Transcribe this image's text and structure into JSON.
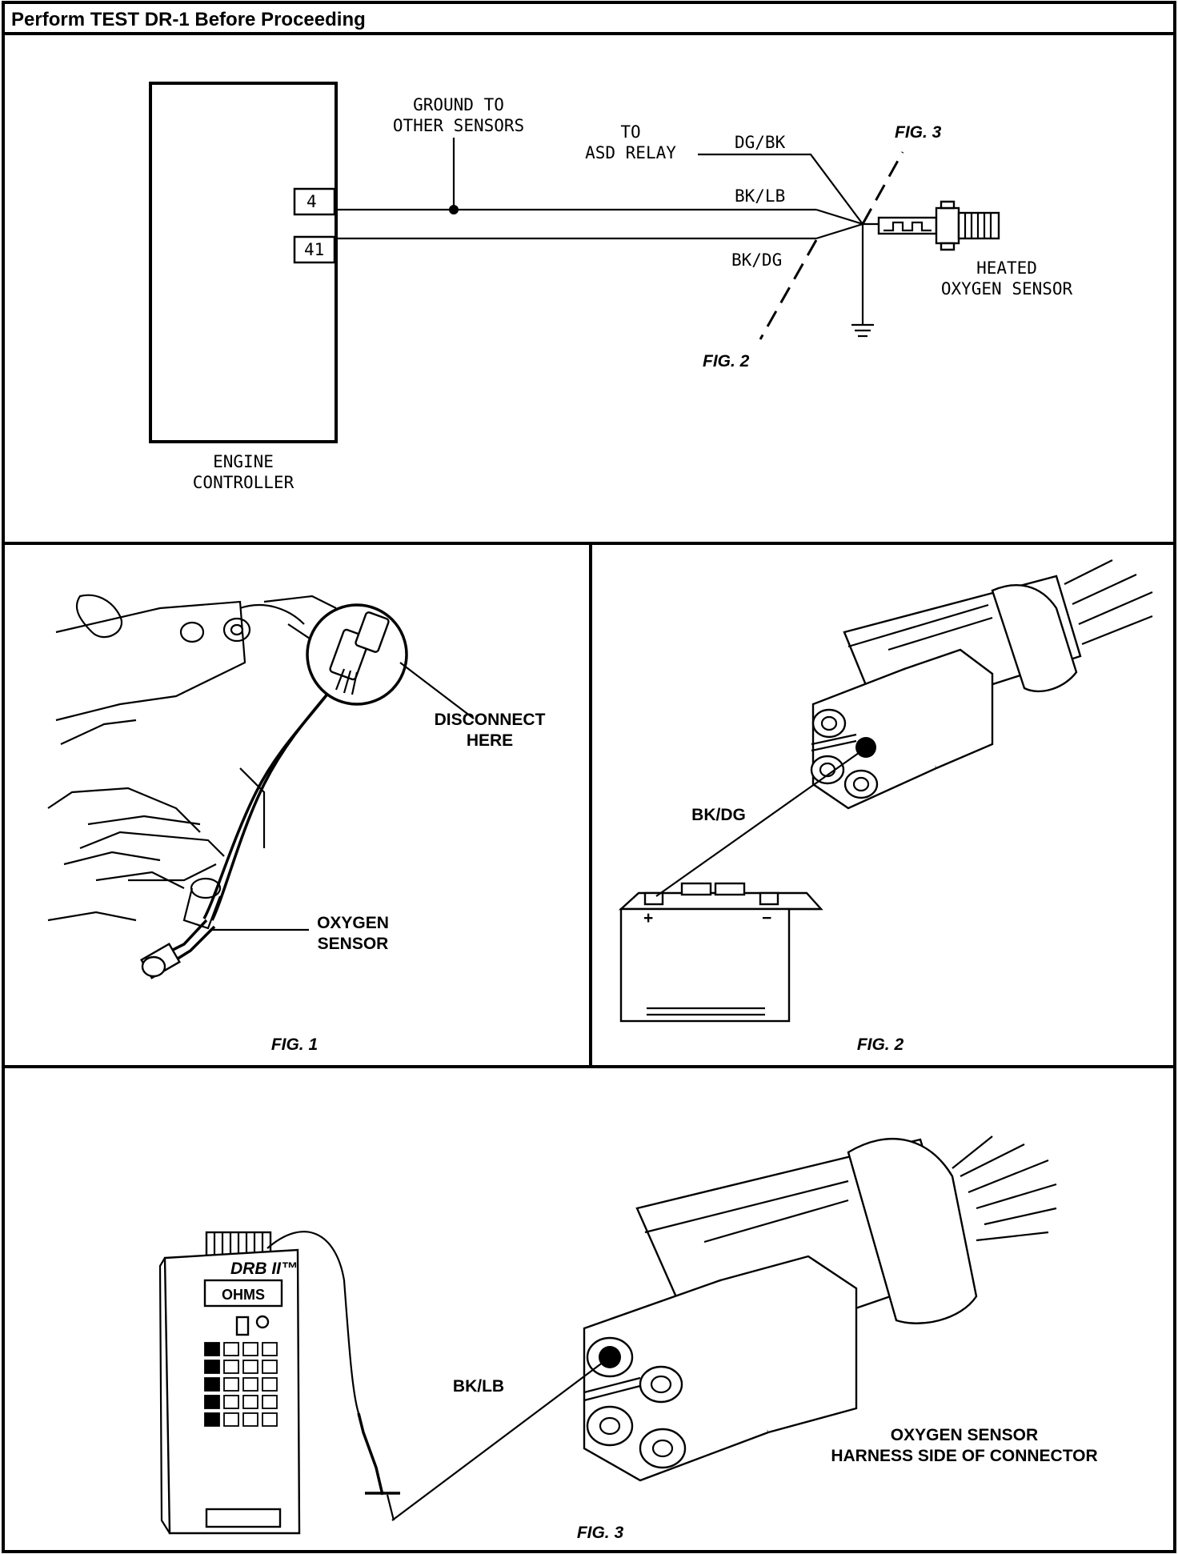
{
  "header": {
    "title": "Perform TEST DR-1 Before Proceeding"
  },
  "schematic": {
    "controller_label_line1": "ENGINE",
    "controller_label_line2": "CONTROLLER",
    "pin_4": "4",
    "pin_41": "41",
    "ground_label_line1": "GROUND TO",
    "ground_label_line2": "OTHER SENSORS",
    "asd_label_line1": "TO",
    "asd_label_line2": "ASD RELAY",
    "wire_dgbk": "DG/BK",
    "wire_bklb": "BK/LB",
    "wire_bkdg": "BK/DG",
    "sensor_label_line1": "HEATED",
    "sensor_label_line2": "OXYGEN SENSOR",
    "fig3_ref": "FIG. 3",
    "fig2_ref": "FIG. 2"
  },
  "fig1": {
    "disconnect_line1": "DISCONNECT",
    "disconnect_line2": "HERE",
    "oxygen_line1": "OXYGEN",
    "oxygen_line2": "SENSOR",
    "caption": "FIG. 1"
  },
  "fig2": {
    "wire_label": "BK/DG",
    "plus": "+",
    "minus": "−",
    "caption": "FIG. 2"
  },
  "fig3": {
    "device_brand": "DRB II™",
    "device_display": "OHMS",
    "wire_label": "BK/LB",
    "connector_line1": "OXYGEN SENSOR",
    "connector_line2": "HARNESS SIDE OF CONNECTOR",
    "caption": "FIG. 3"
  }
}
